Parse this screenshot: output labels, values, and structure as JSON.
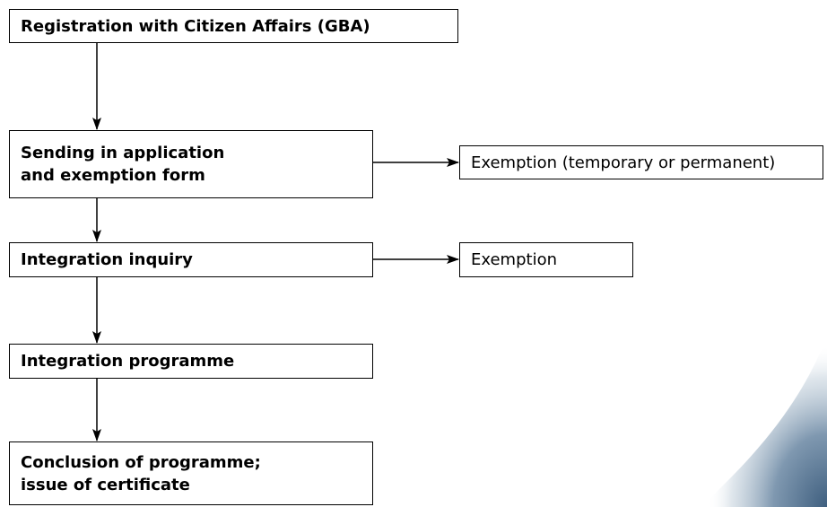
{
  "diagram": {
    "nodes": {
      "registration": "Registration with Citizen Affairs (GBA)",
      "application": "Sending in application\nand exemption form",
      "exemption_temp": "Exemption (temporary or permanent)",
      "inquiry": "Integration inquiry",
      "exemption": "Exemption",
      "programme": "Integration programme",
      "conclusion": "Conclusion of programme;\nissue of certificate"
    },
    "edges": [
      {
        "from": "registration",
        "to": "application"
      },
      {
        "from": "application",
        "to": "exemption_temp"
      },
      {
        "from": "application",
        "to": "inquiry"
      },
      {
        "from": "inquiry",
        "to": "exemption"
      },
      {
        "from": "inquiry",
        "to": "programme"
      },
      {
        "from": "programme",
        "to": "conclusion"
      }
    ]
  },
  "colors": {
    "stroke": "#000000",
    "background": "#ffffff",
    "decor_blue": "#5f7f9c"
  }
}
